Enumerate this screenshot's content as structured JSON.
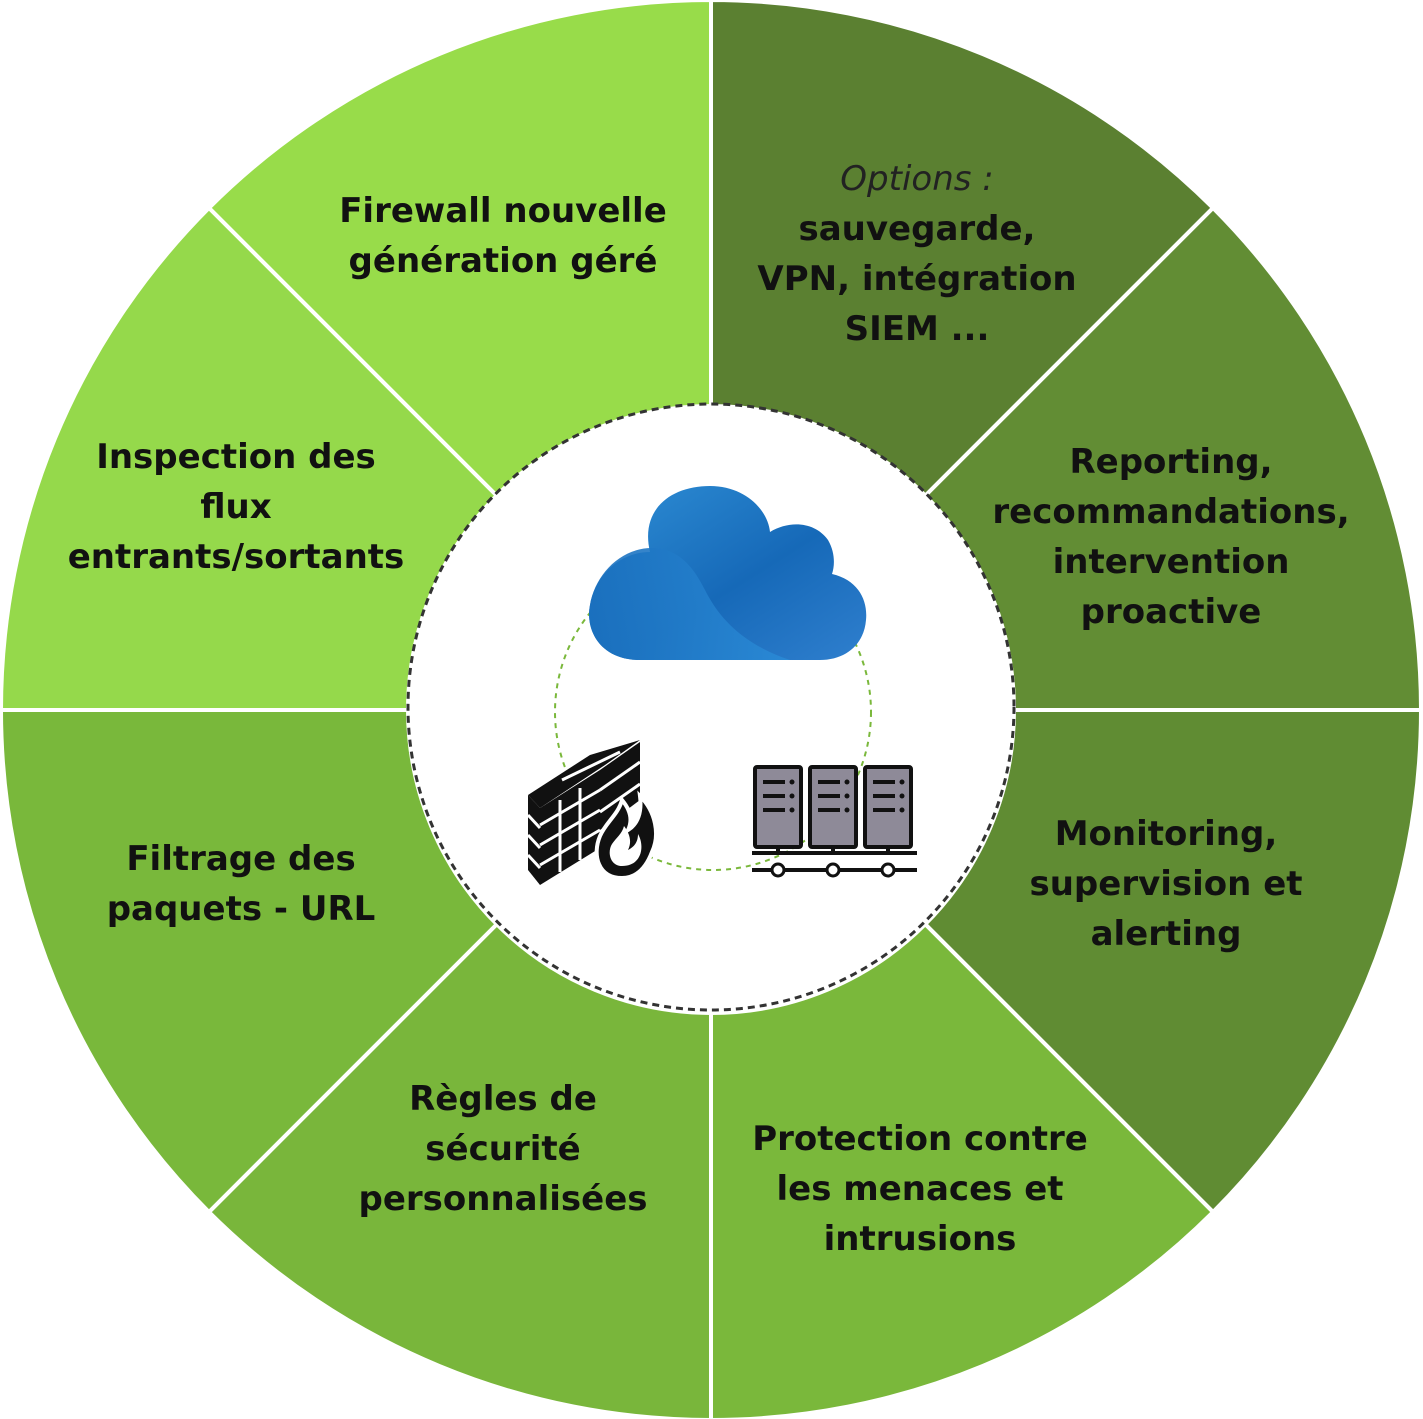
{
  "segments": [
    {
      "id": "firewall",
      "lines": [
        "Firewall nouvelle",
        "génération géré"
      ],
      "color": "#98dc4a"
    },
    {
      "id": "options",
      "prefix": "Options :",
      "lines": [
        "sauvegarde,",
        "VPN, intégration",
        "SIEM ..."
      ],
      "color": "#5b8031"
    },
    {
      "id": "reporting",
      "lines": [
        "Reporting,",
        "recommandations,",
        "intervention",
        "proactive"
      ],
      "color": "#628d34"
    },
    {
      "id": "monitoring",
      "lines": [
        "Monitoring,",
        "supervision et",
        "alerting"
      ],
      "color": "#608c33"
    },
    {
      "id": "protection",
      "lines": [
        "Protection contre",
        "les menaces et",
        "intrusions"
      ],
      "color": "#7ab83b"
    },
    {
      "id": "regles",
      "lines": [
        "Règles de",
        "sécurité",
        "personnalisées"
      ],
      "color": "#79b63b"
    },
    {
      "id": "filtrage",
      "lines": [
        "Filtrage des",
        "paquets - URL"
      ],
      "color": "#79b83b"
    },
    {
      "id": "inspection",
      "lines": [
        "Inspection des",
        "flux",
        "entrants/sortants"
      ],
      "color": "#95d94b"
    }
  ],
  "icons": {
    "cloud": "cloud-icon",
    "firewall": "firewall-icon",
    "servers": "server-rack-icon"
  },
  "colors": {
    "center": "#ffffff",
    "divider": "#ffffff",
    "dashed_ring": "#333333",
    "inner_ring": "#7ab83b"
  }
}
